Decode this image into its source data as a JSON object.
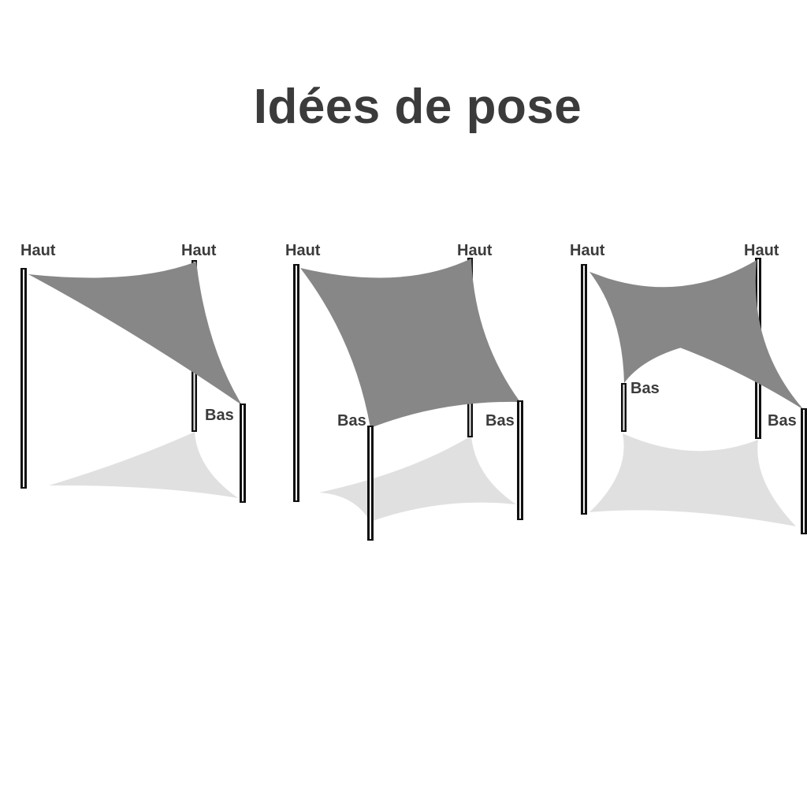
{
  "title": "Idées de pose",
  "colors": {
    "sail": "#878787",
    "sail_dark": "#6f6f6f",
    "shadow": "#e0e0e0",
    "pole": "#111111",
    "text": "#3b3b3b"
  },
  "configurations": [
    {
      "labels": {
        "top_left": "Haut",
        "top_right": "Haut",
        "bottom": "Bas"
      }
    },
    {
      "labels": {
        "top_left": "Haut",
        "top_right": "Haut",
        "bottom_left": "Bas",
        "bottom_right": "Bas"
      }
    },
    {
      "labels": {
        "top_left": "Haut",
        "top_right": "Haut",
        "bottom_left": "Bas",
        "bottom_right": "Bas"
      }
    }
  ]
}
